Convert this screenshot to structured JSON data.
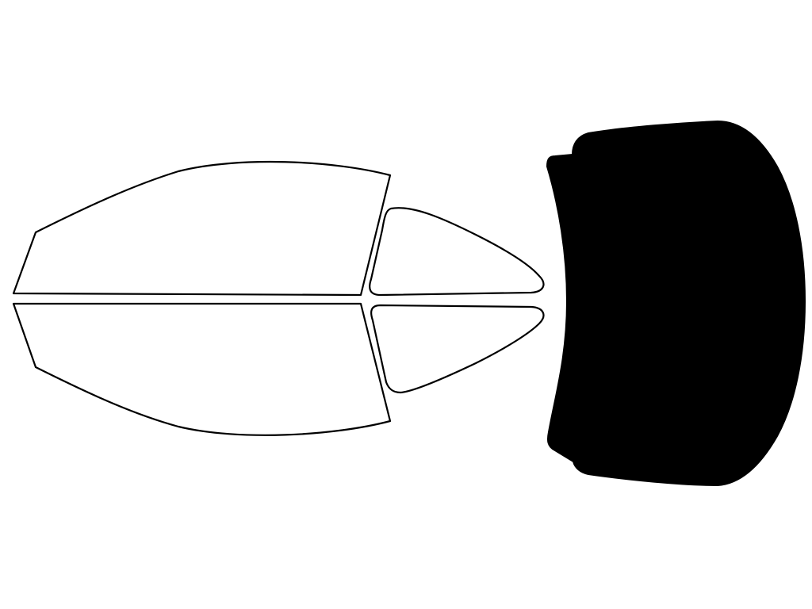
{
  "diagram": {
    "colors": {
      "background": "#ffffff",
      "outline_stroke": "#000000",
      "outline_fill": "#ffffff",
      "shaded_fill": "#000000"
    },
    "pieces": [
      {
        "id": "front-left-window",
        "shaded": false
      },
      {
        "id": "rear-left-window",
        "shaded": false
      },
      {
        "id": "front-right-window",
        "shaded": false
      },
      {
        "id": "rear-right-window",
        "shaded": false
      },
      {
        "id": "rear-windshield",
        "shaded": true
      }
    ]
  }
}
